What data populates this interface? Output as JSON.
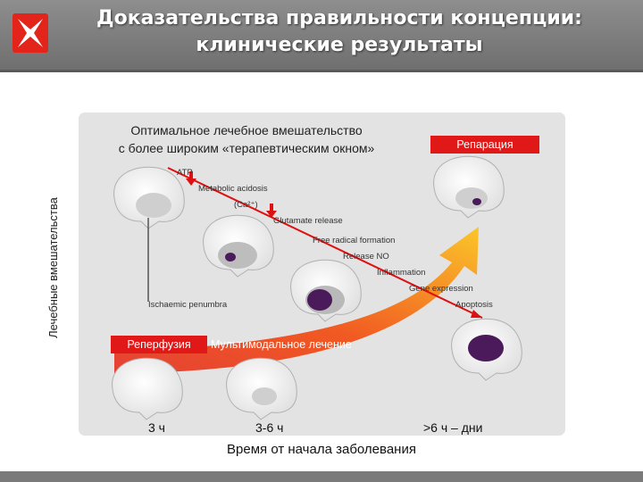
{
  "header": {
    "title_line1": "Доказательства правильности концепции:",
    "title_line2": "клинические результаты"
  },
  "figure": {
    "y_label": "Лечебные вмешательства",
    "optimal_line1": "Оптимальное лечебное вмешательство",
    "optimal_line2": "с более широким «терапевтическим окном»",
    "repair_label": "Репарация",
    "reperfusion_label": "Реперфузия",
    "multimodal_label": "Мультимодальное лечение",
    "cascade": {
      "atp": "ATP",
      "acidosis": "Metabolic acidosis",
      "calcium": "(Ca²⁺)",
      "glutamate": "Glutamate release",
      "free_radical": "Free radical formation",
      "release_no": "Release NO",
      "inflammation": "Inflammation",
      "gene_expression": "Gene expression",
      "apoptosis": "Apoptosis",
      "penumbra": "Ischaemic penumbra"
    },
    "time_3h": "3 ч",
    "time_3_6h": "3-6 ч",
    "time_6h": ">6 ч – дни",
    "x_label": "Время от начала заболевания"
  },
  "colors": {
    "header_bg": "#7f7f7f",
    "accent_red": "#e01818",
    "lesion_purple": "#4a1a5a",
    "arrow_orange": "#f7a41c"
  }
}
